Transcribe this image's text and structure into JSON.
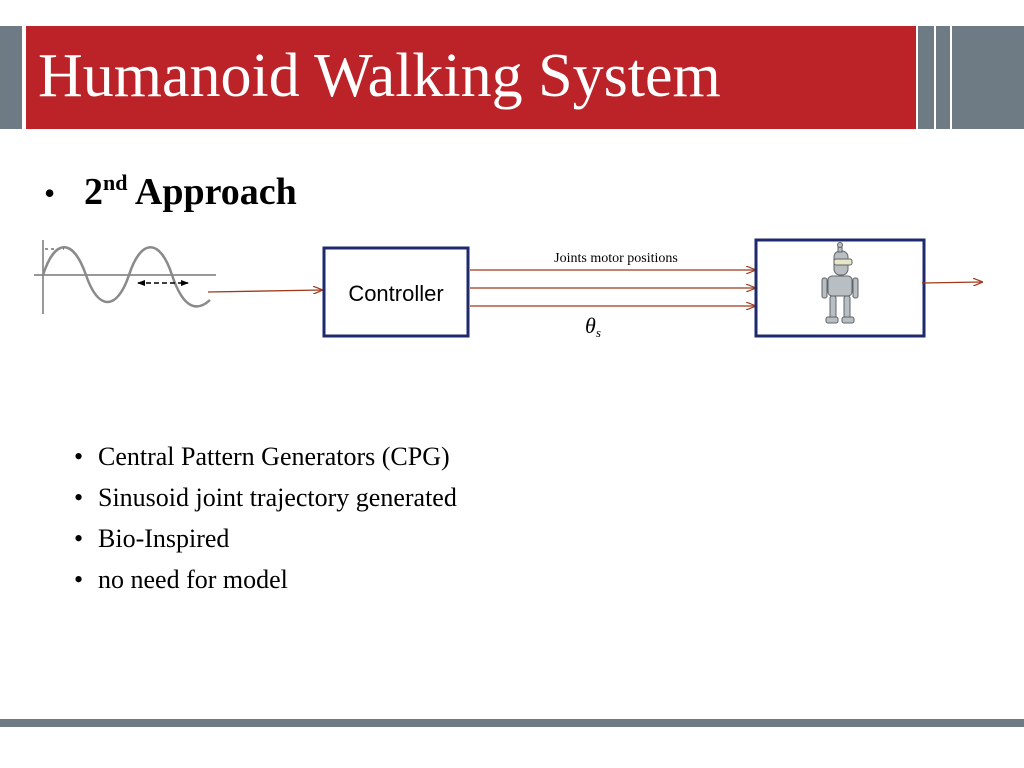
{
  "slide": {
    "title": "Humanoid Walking System",
    "heading": {
      "bullet": "•",
      "number": "2",
      "superscript": "nd",
      "text": "Approach"
    },
    "diagram": {
      "controller_label": "Controller",
      "signal_label": "Joints motor positions",
      "theta_symbol": "θ",
      "theta_subscript": "s",
      "robot_icon": "robot-icon"
    },
    "bullets": [
      {
        "marker": "•",
        "text": "Central Pattern Generators (CPG)"
      },
      {
        "marker": "•",
        "text": "Sinusoid joint trajectory generated"
      },
      {
        "marker": "•",
        "text": "Bio-Inspired"
      },
      {
        "marker": "•",
        "text": "no need for model"
      }
    ]
  },
  "colors": {
    "accent_red": "#bb2328",
    "bar_gray": "#6e7b84",
    "box_border": "#1f2a6e",
    "arrow": "#a0391a"
  }
}
